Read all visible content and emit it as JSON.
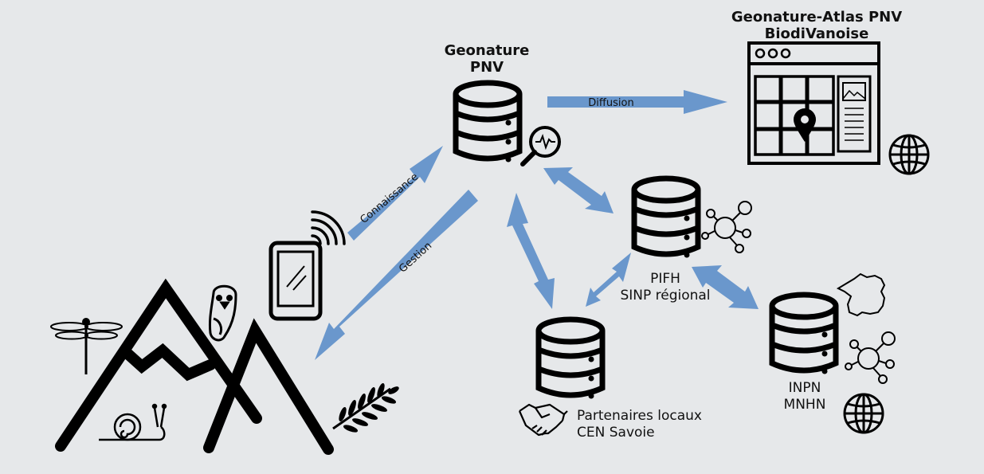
{
  "nodes": {
    "geonature": {
      "line1": "Geonature",
      "line2": "PNV"
    },
    "atlas": {
      "line1": "Geonature-Atlas PNV",
      "line2": "BiodiVanoise"
    },
    "pifh": {
      "line1": "PIFH",
      "line2": "SINP régional"
    },
    "partenaires": {
      "line1": "Partenaires locaux",
      "line2": "CEN Savoie"
    },
    "inpn": {
      "line1": "INPN",
      "line2": "MNHN"
    }
  },
  "arrows": {
    "diffusion": "Diffusion",
    "connaissance": "Connaissance",
    "gestion": "Gestion"
  },
  "colors": {
    "arrow": "#6a97cc",
    "ink": "#000000",
    "background": "#e6e8ea"
  },
  "icons": [
    "database-icon",
    "analytics-magnifier-icon",
    "browser-map-icon",
    "globe-icon",
    "network-icon",
    "france-map-icon",
    "handshake-icon",
    "phone-icon",
    "wifi-signal-icon",
    "mountain-icon",
    "dragonfly-icon",
    "bird-icon",
    "snail-icon",
    "leaf-branch-icon"
  ]
}
